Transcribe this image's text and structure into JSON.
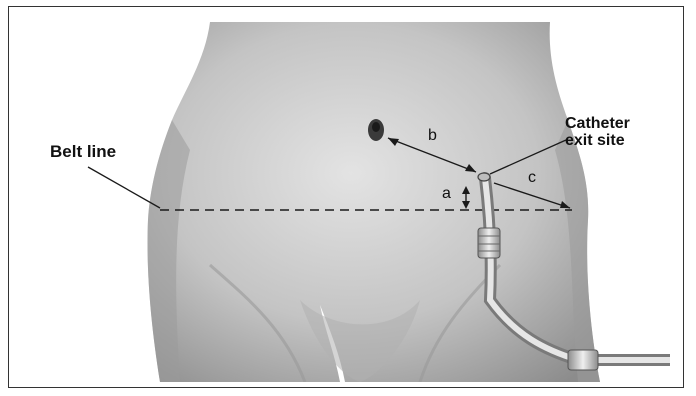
{
  "labels": {
    "belt_line": "Belt line",
    "catheter_exit_site_line1": "Catheter",
    "catheter_exit_site_line2": "exit site",
    "distance_a": "a",
    "distance_b": "b",
    "distance_c": "c"
  },
  "colors": {
    "skin_light": "#d9d9d9",
    "skin_mid": "#b8b8b8",
    "skin_dark": "#8a8a8a",
    "background": "#ffffff",
    "line": "#1a1a1a",
    "catheter": "#c8c8c8"
  }
}
